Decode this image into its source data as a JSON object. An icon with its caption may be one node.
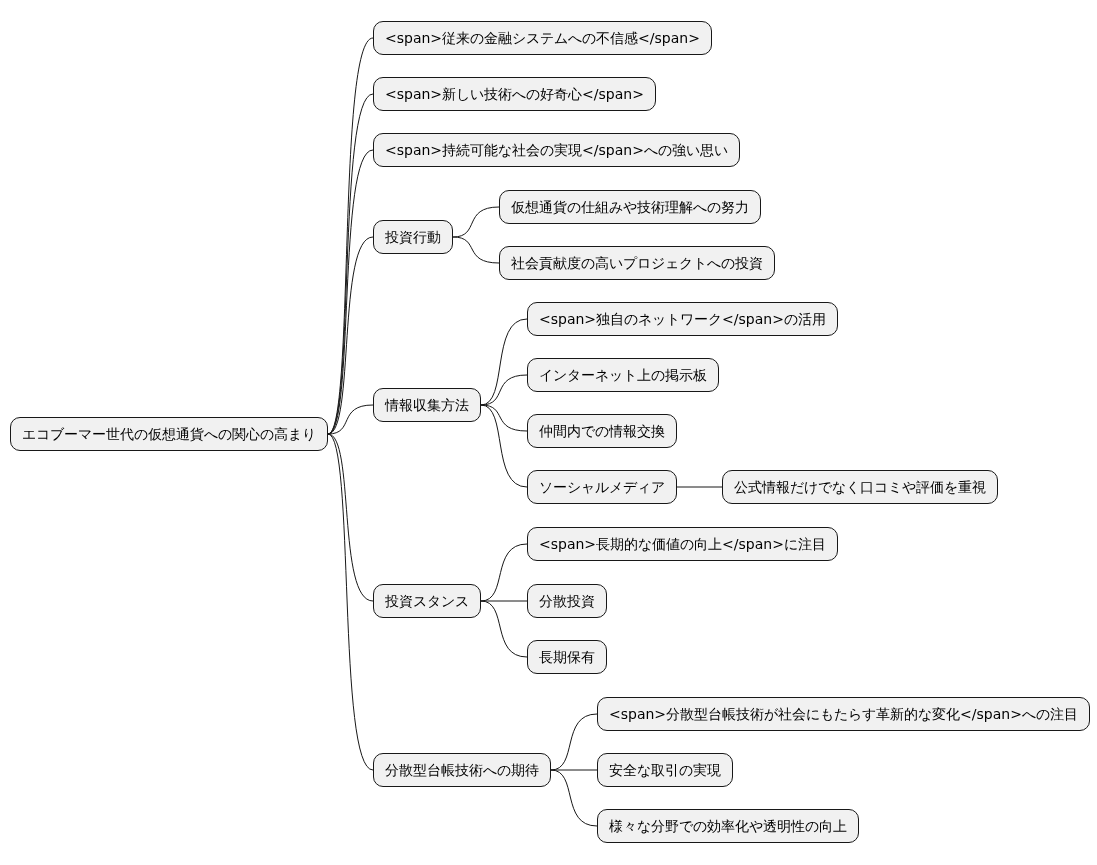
{
  "diagram": {
    "nodes": [
      {
        "text": [
          "エコブーマー世代の仮想通貨への関心の高まり"
        ]
      },
      {
        "text": [
          "<span>従来の金融システムへの不信感</span>"
        ]
      },
      {
        "text": [
          "<span>新しい技術への好奇心</span>"
        ]
      },
      {
        "text": [
          "<span>持続可能な社会の実現</span>への強い思い"
        ]
      },
      {
        "text": [
          "投資行動"
        ]
      },
      {
        "text": [
          "仮想通貨の仕組みや技術理解への努力"
        ]
      },
      {
        "text": [
          "社会貢献度の高いプロジェクトへの投資"
        ]
      },
      {
        "text": [
          "情報収集方法"
        ]
      },
      {
        "text": [
          "<span>独自のネットワーク</span>の活用"
        ]
      },
      {
        "text": [
          "インターネット上の掲示板"
        ]
      },
      {
        "text": [
          "仲間内での情報交換"
        ]
      },
      {
        "text": [
          "ソーシャルメディア"
        ]
      },
      {
        "text": [
          "公式情報だけでなく口コミや評価を重視"
        ]
      },
      {
        "text": [
          "投資スタンス"
        ]
      },
      {
        "text": [
          "<span>長期的な価値の向上</span>に注目"
        ]
      },
      {
        "text": [
          "分散投資"
        ]
      },
      {
        "text": [
          "長期保有"
        ]
      },
      {
        "text": [
          "分散型台帳技術への期待"
        ]
      },
      {
        "text": [
          "<span>分散型台帳技術が社会にもたらす革新的な変化</span>への注目"
        ]
      },
      {
        "text": [
          "安全な取引の実現"
        ]
      },
      {
        "text": [
          "様々な分野での効率化や透明性の向上"
        ]
      }
    ],
    "edges": [
      {
        "from": 0,
        "to": 1,
        "arrow": "none"
      },
      {
        "from": 0,
        "to": 2,
        "arrow": "none"
      },
      {
        "from": 0,
        "to": 3,
        "arrow": "none"
      },
      {
        "from": 0,
        "to": 4,
        "arrow": "none"
      },
      {
        "from": 4,
        "to": 5,
        "arrow": "none"
      },
      {
        "from": 4,
        "to": 6,
        "arrow": "none"
      },
      {
        "from": 0,
        "to": 7,
        "arrow": "none"
      },
      {
        "from": 7,
        "to": 8,
        "arrow": "none"
      },
      {
        "from": 7,
        "to": 9,
        "arrow": "none"
      },
      {
        "from": 7,
        "to": 10,
        "arrow": "none"
      },
      {
        "from": 7,
        "to": 11,
        "arrow": "none"
      },
      {
        "from": 11,
        "to": 12,
        "arrow": "none"
      },
      {
        "from": 0,
        "to": 13,
        "arrow": "none"
      },
      {
        "from": 13,
        "to": 14,
        "arrow": "none"
      },
      {
        "from": 13,
        "to": 15,
        "arrow": "none"
      },
      {
        "from": 13,
        "to": 16,
        "arrow": "none"
      },
      {
        "from": 0,
        "to": 17,
        "arrow": "none"
      },
      {
        "from": 17,
        "to": 18,
        "arrow": "none"
      },
      {
        "from": 17,
        "to": 19,
        "arrow": "none"
      },
      {
        "from": 17,
        "to": 20,
        "arrow": "none"
      }
    ]
  }
}
